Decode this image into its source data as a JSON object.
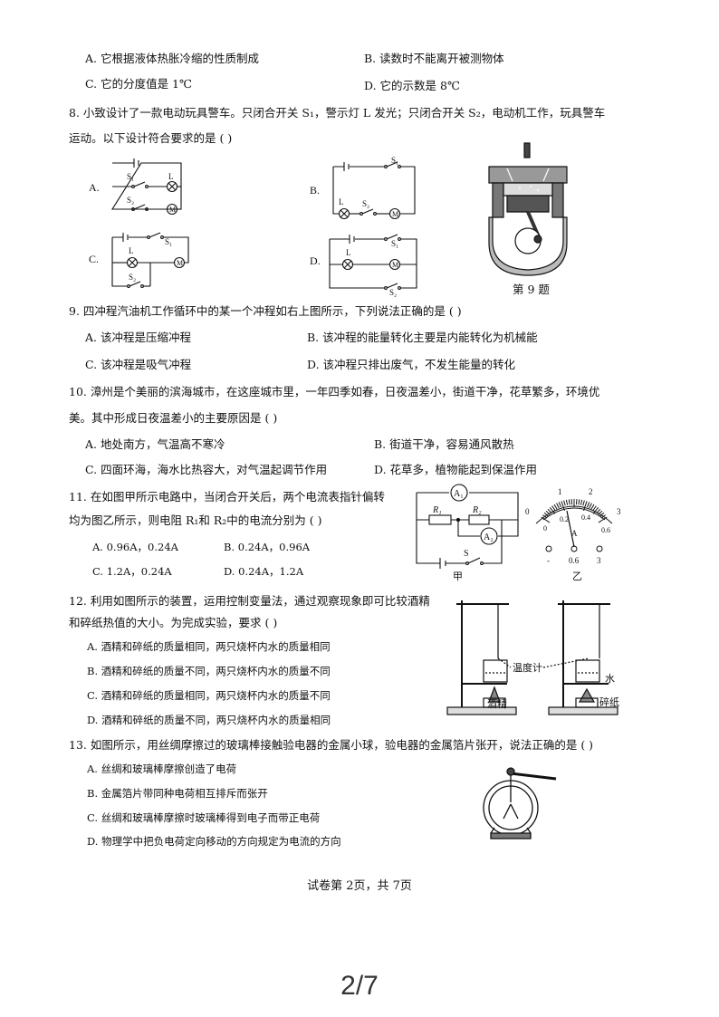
{
  "q7": {
    "a": "A. 它根据液体热胀冷缩的性质制成",
    "b": "B. 读数时不能离开被测物体",
    "c": "C. 它的分度值是 1℃",
    "d": "D. 它的示数是 8℃"
  },
  "q8": {
    "stem1": "8. 小致设计了一款电动玩具警车。只闭合开关 S₁，警示灯 L 发光；只闭合开关 S₂，电动机工作，玩具警车",
    "stem2": "运动。以下设计符合要求的是 (      )",
    "labels": {
      "a": "A.",
      "b": "B.",
      "c": "C.",
      "d": "D."
    },
    "s1": "S₁",
    "s2": "S₂",
    "lamp": "L",
    "motor": "M"
  },
  "q9": {
    "caption": "第 9 题",
    "stem": "9. 四冲程汽油机工作循环中的某一个冲程如右上图所示，下列说法正确的是 (      )",
    "a": "A. 该冲程是压缩冲程",
    "b": "B. 该冲程的能量转化主要是内能转化为机械能",
    "c": "C. 该冲程是吸气冲程",
    "d": "D. 该冲程只排出废气，不发生能量的转化"
  },
  "q10": {
    "stem1": "10. 漳州是个美丽的滨海城市，在这座城市里，一年四季如春，日夜温差小，街道干净，花草繁多，环境优",
    "stem2": "美。其中形成日夜温差小的主要原因是 (      )",
    "a": "A. 地处南方，气温高不寒冷",
    "b": "B. 街道干净，容易通风散热",
    "c": "C. 四面环海，海水比热容大，对气温起调节作用",
    "d": "D. 花草多，植物能起到保温作用"
  },
  "q11": {
    "stem1": "11. 在如图甲所示电路中，当闭合开关后，两个电流表指针偏转",
    "stem2": "均为图乙所示，则电阻 R₁和 R₂中的电流分别为 (      )",
    "a": "A. 0.96A，0.24A",
    "b": "B. 0.24A，0.96A",
    "c": "C. 1.2A，0.24A",
    "d": "D. 0.24A，1.2A",
    "fig_jia": "甲",
    "fig_yi": "乙",
    "a1": "A₁",
    "a2": "A₂",
    "r1": "R₁",
    "r2": "R₂",
    "s": "S",
    "scale_top": [
      "0",
      "1",
      "2",
      "3"
    ],
    "scale_bottom": [
      "0",
      "0.2",
      "0.4",
      "0.6"
    ],
    "meter_letter": "A",
    "terminals": [
      "-",
      "0.6",
      "3"
    ]
  },
  "q12": {
    "stem1": "12. 利用如图所示的装置，运用控制变量法，通过观察现象即可比较酒精",
    "stem2": "和碎纸热值的大小。为完成实验，要求 (      )",
    "a": "A. 酒精和碎纸的质量相同，两只烧杯内水的质量相同",
    "b": "B. 酒精和碎纸的质量不同，两只烧杯内水的质量不同",
    "c": "C. 酒精和碎纸的质量相同，两只烧杯内水的质量不同",
    "d": "D. 酒精和碎纸的质量不同，两只烧杯内水的质量相同",
    "thermometer": "温度计",
    "water": "水",
    "alcohol": "酒精",
    "paper": "碎纸"
  },
  "q13": {
    "stem": "13. 如图所示，用丝绸摩擦过的玻璃棒接触验电器的金属小球，验电器的金属箔片张开，说法正确的是 (      )",
    "a": "A. 丝绸和玻璃棒摩擦创造了电荷",
    "b": "B. 金属箔片带同种电荷相互排斥而张开",
    "c": "C. 丝绸和玻璃棒摩擦时玻璃棒得到电子而带正电荷",
    "d": "D. 物理学中把负电荷定向移动的方向规定为电流的方向"
  },
  "footer": "试卷第 2页，共 7页",
  "page_indicator": "2/7"
}
